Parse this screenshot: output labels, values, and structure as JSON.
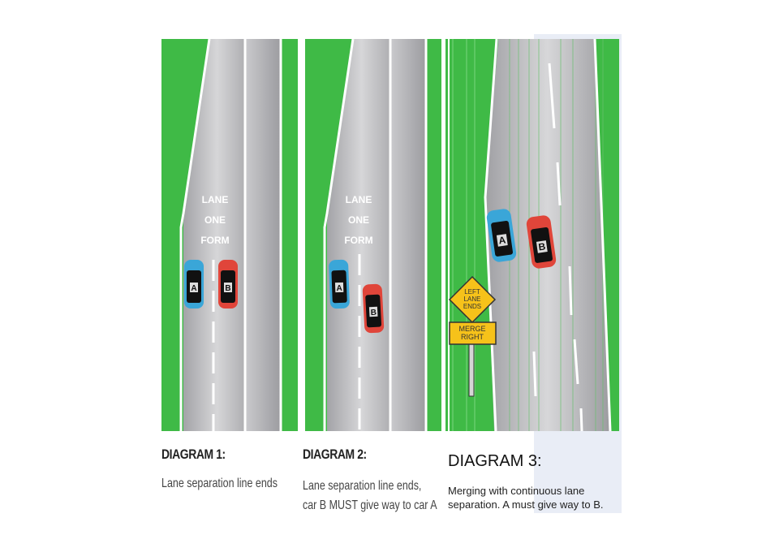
{
  "colors": {
    "grass": "#3fba46",
    "road_light": "#d2d2d4",
    "road_dark": "#9a9a9e",
    "line": "#ffffff",
    "car_a": "#3aa6d8",
    "car_b": "#e0453a",
    "sign_yellow": "#f6c21a",
    "shade": "#e9edf6"
  },
  "diagrams": [
    {
      "id": 1,
      "road_text": [
        "LANE",
        "ONE",
        "FORM"
      ],
      "cars": [
        {
          "label": "A",
          "color": "blue"
        },
        {
          "label": "B",
          "color": "red"
        }
      ],
      "title": "DIAGRAM 1:",
      "caption": "Lane separation line ends"
    },
    {
      "id": 2,
      "road_text": [
        "LANE",
        "ONE",
        "FORM"
      ],
      "cars": [
        {
          "label": "A",
          "color": "blue"
        },
        {
          "label": "B",
          "color": "red"
        }
      ],
      "title": "DIAGRAM 2:",
      "caption_line1": "Lane separation line ends,",
      "caption_line2": "car B MUST give way to car A"
    },
    {
      "id": 3,
      "cars": [
        {
          "label": "A",
          "color": "blue"
        },
        {
          "label": "B",
          "color": "red"
        }
      ],
      "sign_diamond": [
        "LEFT",
        "LANE",
        "ENDS"
      ],
      "sign_rect": [
        "MERGE",
        "RIGHT"
      ],
      "title": "DIAGRAM 3:",
      "caption_line1": "Merging with continuous lane",
      "caption_line2": "separation. A must give way to B."
    }
  ]
}
